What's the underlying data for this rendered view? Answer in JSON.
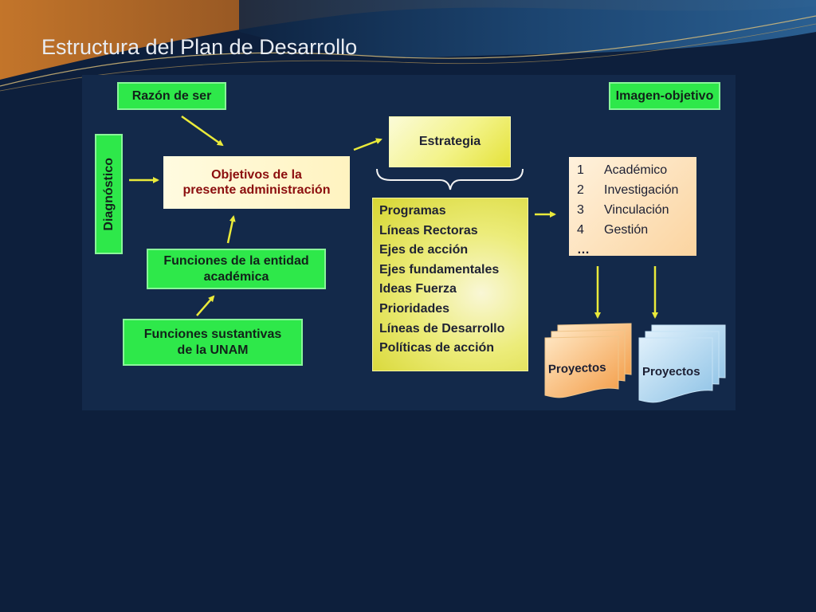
{
  "title": "Estructura del Plan de Desarrollo",
  "boxes": {
    "razon": "Razón de ser",
    "imagen": "Imagen-objetivo",
    "diagnostico": "Diagnóstico",
    "objetivos_line1": "Objetivos de la",
    "objetivos_line2": "presente administración",
    "estrategia": "Estrategia",
    "funciones_entidad_line1": "Funciones de la entidad",
    "funciones_entidad_line2": "académica",
    "funciones_sust_line1": "Funciones sustantivas",
    "funciones_sust_line2": "de la UNAM"
  },
  "programas": [
    "Programas",
    "Líneas Rectoras",
    "Ejes de acción",
    "Ejes fundamentales",
    "Ideas Fuerza",
    "Prioridades",
    "Líneas de Desarrollo",
    "Políticas de acción"
  ],
  "numbered": [
    {
      "num": "1",
      "label": "Académico"
    },
    {
      "num": "2",
      "label": "Investigación"
    },
    {
      "num": "3",
      "label": "Vinculación"
    },
    {
      "num": "4",
      "label": "Gestión"
    }
  ],
  "ellipsis": "…",
  "proyectos": [
    "Proyectos",
    "Proyectos"
  ],
  "colors": {
    "background": "#0d1f3c",
    "panel": "#13294a",
    "green": "#2ee84a",
    "yellow": "#eeee70",
    "arrow": "#eaea3a",
    "objetivos_text": "#8b0e0e",
    "orange_doc": "#f6b56a",
    "blue_doc": "#a9d2ec"
  }
}
